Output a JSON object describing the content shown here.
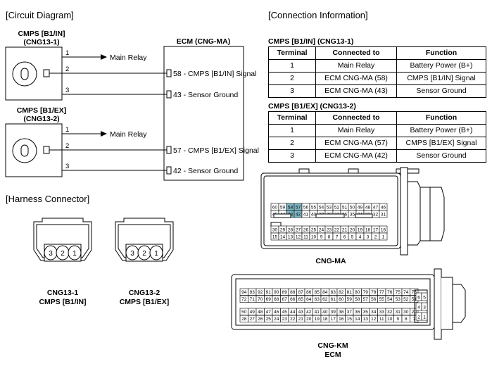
{
  "sections": {
    "circuit": "[Circuit Diagram]",
    "connection": "[Connection Information]",
    "harness": "[Harness Connector]"
  },
  "circuit": {
    "sensor1": {
      "name": "CMPS [B1/IN]",
      "code": "(CNG13-1)"
    },
    "sensor2": {
      "name": "CMPS [B1/EX]",
      "code": "(CNG13-2)"
    },
    "ecm_title": "ECM (CNG-MA)",
    "pins": [
      "1",
      "2",
      "3"
    ],
    "main_relay": "Main Relay",
    "ecm_pins": {
      "p58": "58 - CMPS [B1/IN] Signal",
      "p43": "43 - Sensor Ground",
      "p57": "57 - CMPS [B1/EX] Signal",
      "p42": "42 - Sensor Ground"
    }
  },
  "tables": [
    {
      "title": "CMPS [B1/IN] (CNG13-1)",
      "headers": [
        "Terminal",
        "Connected to",
        "Function"
      ],
      "rows": [
        [
          "1",
          "Main Relay",
          "Battery Power (B+)"
        ],
        [
          "2",
          "ECM CNG-MA (58)",
          "CMPS [B1/IN] Signal"
        ],
        [
          "3",
          "ECM CNG-MA (43)",
          "Sensor Ground"
        ]
      ]
    },
    {
      "title": "CMPS [B1/EX] (CNG13-2)",
      "headers": [
        "Terminal",
        "Connected to",
        "Function"
      ],
      "rows": [
        [
          "1",
          "Main Relay",
          "Battery Power (B+)"
        ],
        [
          "2",
          "ECM CNG-MA (57)",
          "CMPS [B1/EX] Signal"
        ],
        [
          "3",
          "ECM CNG-MA (42)",
          "Sensor Ground"
        ]
      ]
    }
  ],
  "harness": {
    "conn1": {
      "code": "CNG13-1",
      "name": "CMPS [B1/IN]",
      "pins": [
        "3",
        "2",
        "1"
      ]
    },
    "conn2": {
      "code": "CNG13-2",
      "name": "CMPS [B1/EX]",
      "pins": [
        "3",
        "2",
        "1"
      ]
    }
  },
  "ecm_ma": {
    "label": "CNG-MA",
    "highlight_color": "#7fb7c4",
    "highlighted": [
      "58",
      "57",
      "43",
      "42"
    ],
    "row1": [
      "60",
      "59",
      "58",
      "57",
      "56",
      "55",
      "54",
      "53",
      "52",
      "51",
      "50",
      "49",
      "48",
      "47",
      "46"
    ],
    "row2": [
      "45",
      "44",
      "43",
      "42",
      "41",
      "40",
      "39",
      "38",
      "37",
      "36",
      "35",
      "34",
      "33",
      "32",
      "31"
    ],
    "row3": [
      "30",
      "29",
      "28",
      "27",
      "26",
      "25",
      "24",
      "23",
      "22",
      "21",
      "20",
      "19",
      "18",
      "17",
      "16"
    ],
    "row4": [
      "15",
      "14",
      "13",
      "12",
      "11",
      "10",
      "9",
      "8",
      "7",
      "6",
      "5",
      "4",
      "3",
      "2",
      "1"
    ]
  },
  "ecm_km": {
    "label": "CNG-KM",
    "sublabel": "ECM",
    "row1": [
      "94",
      "93",
      "92",
      "91",
      "90",
      "89",
      "88",
      "87",
      "86",
      "85",
      "84",
      "83",
      "82",
      "81",
      "80",
      "79",
      "78",
      "77",
      "76",
      "75",
      "74",
      "73"
    ],
    "row2": [
      "72",
      "71",
      "70",
      "69",
      "68",
      "67",
      "66",
      "65",
      "64",
      "63",
      "62",
      "61",
      "60",
      "59",
      "58",
      "57",
      "56",
      "55",
      "54",
      "53",
      "52",
      "51"
    ],
    "row3": [
      "50",
      "49",
      "48",
      "47",
      "46",
      "45",
      "44",
      "43",
      "42",
      "41",
      "40",
      "39",
      "38",
      "37",
      "36",
      "35",
      "34",
      "33",
      "32",
      "31",
      "30",
      "29"
    ],
    "row4": [
      "28",
      "27",
      "26",
      "25",
      "24",
      "23",
      "22",
      "21",
      "20",
      "19",
      "18",
      "17",
      "16",
      "15",
      "14",
      "13",
      "12",
      "11",
      "10",
      "9",
      "8",
      "7"
    ],
    "side": [
      [
        "6",
        "5"
      ],
      [
        "4",
        "3"
      ],
      [
        "2",
        "1"
      ]
    ]
  }
}
